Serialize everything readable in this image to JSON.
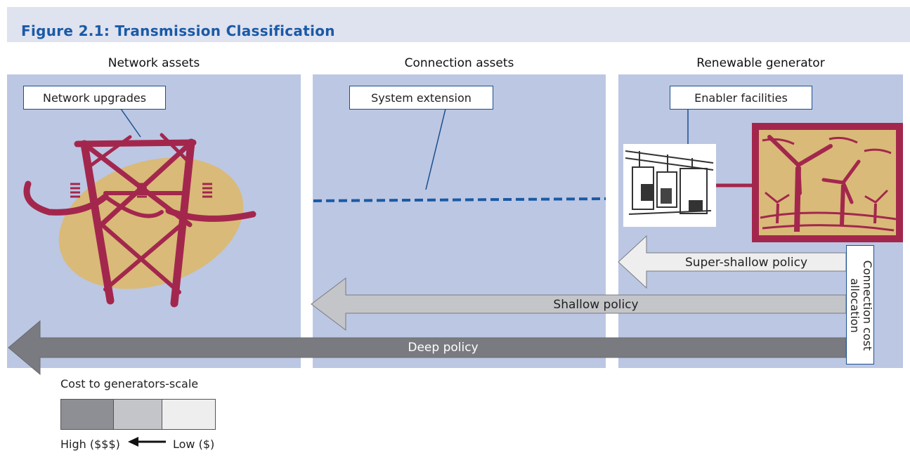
{
  "figure": {
    "title": "Figure 2.1: Transmission Classification"
  },
  "columns": {
    "network": {
      "heading": "Network assets",
      "label": "Network upgrades"
    },
    "connection": {
      "heading": "Connection assets",
      "label": "System extension"
    },
    "generator": {
      "heading": "Renewable generator",
      "label": "Enabler facilities"
    }
  },
  "policies": {
    "super_shallow": "Super-shallow policy",
    "shallow": "Shallow policy",
    "deep": "Deep policy"
  },
  "allocation_box": {
    "line1": "Connection cost",
    "line2": "allocation"
  },
  "legend": {
    "title": "Cost to generators-scale",
    "high": "High ($$$)",
    "low": "Low ($)",
    "colors": [
      "#8e8f94",
      "#c4c5c9",
      "#eeeeef"
    ]
  },
  "colors": {
    "panel": "#bcc7e3",
    "title_band": "#dfe2ef",
    "title_text": "#1a5aa6",
    "tower": "#a3274d",
    "ellipse": "#d9ba78",
    "dashed_line": "#1a5aa6",
    "arrow_light": "#eeeeef",
    "arrow_mid": "#c4c5c9",
    "arrow_dark": "#7a7b80"
  }
}
